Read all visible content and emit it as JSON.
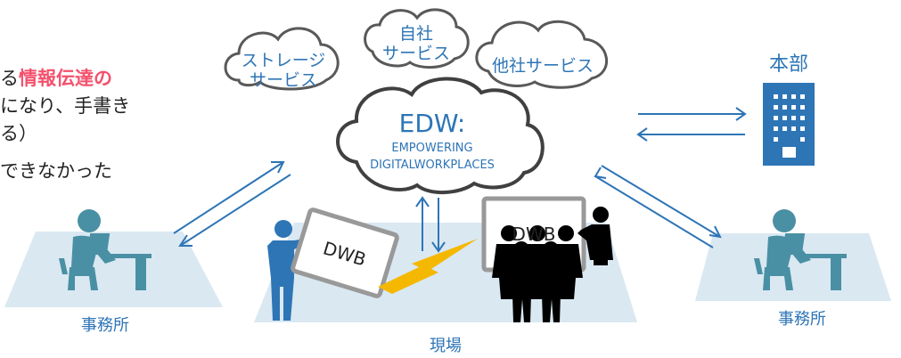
{
  "bullets": {
    "line1_prefix": "る",
    "line1_highlight": "情報伝達の",
    "line2": "になり、手書き",
    "line3": "る）",
    "line4": "できなかった"
  },
  "clouds": {
    "storage_line1": "ストレージ",
    "storage_line2": "サービス",
    "own_line1": "自社",
    "own_line2": "サービス",
    "other": "他社サービス",
    "edw_title": "EDW:",
    "edw_sub1": "EMPOWERING",
    "edw_sub2": "DIGITALWORKPLACES"
  },
  "labels": {
    "hq": "本部",
    "office_left": "事務所",
    "office_right": "事務所",
    "site": "現場",
    "dwb_left": "DWB",
    "dwb_right": "DWB"
  },
  "colors": {
    "accent_pink": "#F4516C",
    "blue": "#2E75B6",
    "teal": "#4A90A4",
    "ground": "#DAE8F2",
    "cloud_stroke": "#595959",
    "lightning": "#F5B800"
  },
  "icons": [
    "building-icon",
    "office-worker-icon",
    "presenter-icon",
    "audience-group-icon",
    "lightning-icon",
    "cloud-icon",
    "arrow-pair-icon"
  ]
}
